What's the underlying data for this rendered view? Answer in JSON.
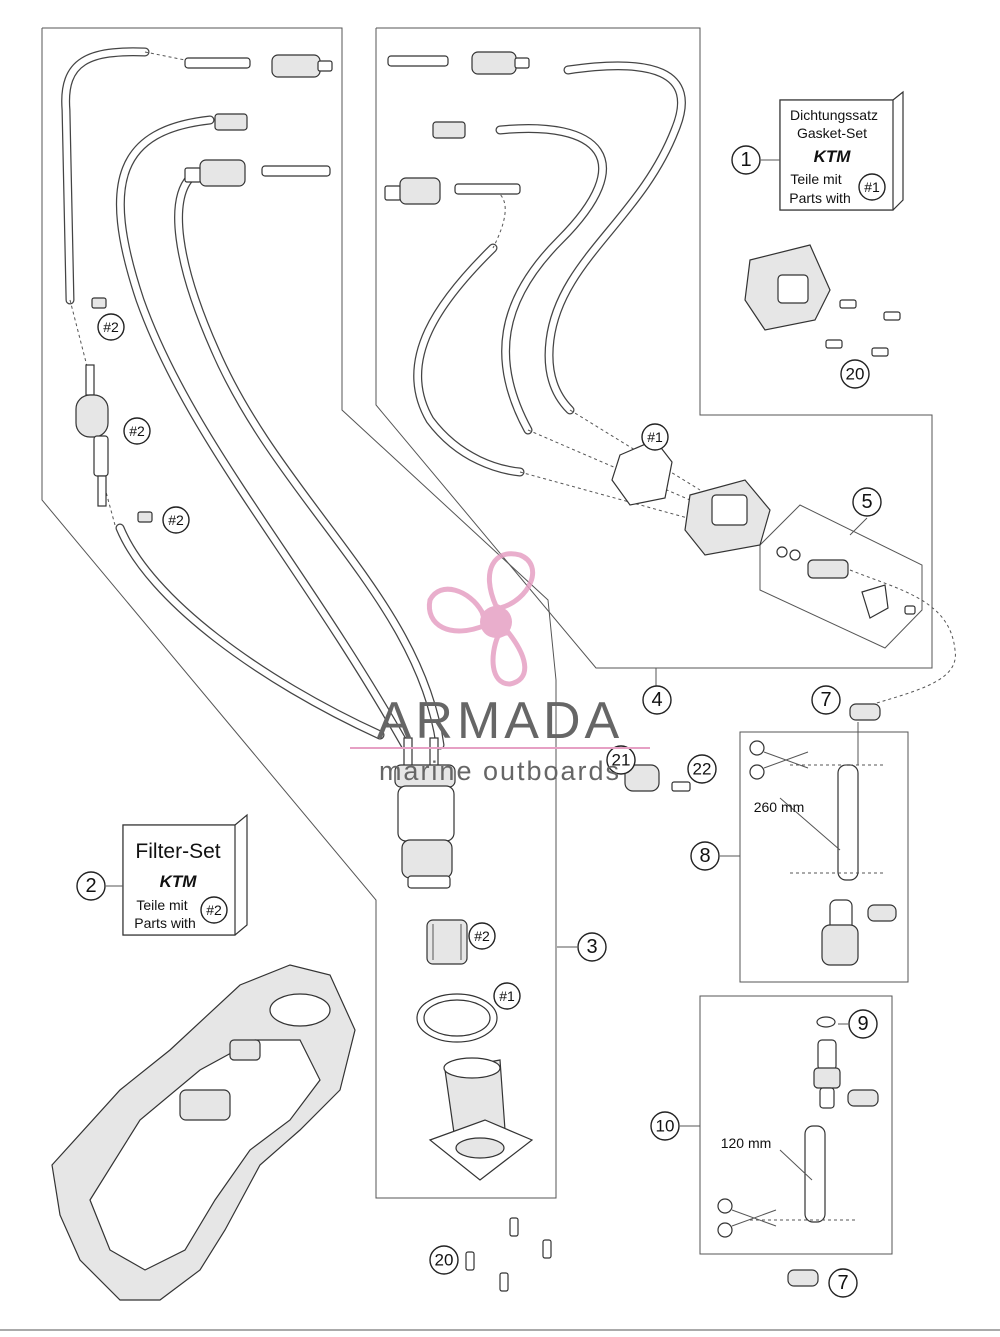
{
  "callouts": [
    {
      "id": "c1",
      "label": "1"
    },
    {
      "id": "c2",
      "label": "2"
    },
    {
      "id": "c3",
      "label": "3"
    },
    {
      "id": "c4",
      "label": "4"
    },
    {
      "id": "c5",
      "label": "5"
    },
    {
      "id": "c7a",
      "label": "7"
    },
    {
      "id": "c7b",
      "label": "7"
    },
    {
      "id": "c8",
      "label": "8"
    },
    {
      "id": "c9",
      "label": "9"
    },
    {
      "id": "c10",
      "label": "10"
    },
    {
      "id": "c20a",
      "label": "20"
    },
    {
      "id": "c20b",
      "label": "20"
    },
    {
      "id": "c21",
      "label": "21"
    },
    {
      "id": "c22",
      "label": "22"
    }
  ],
  "ref_marks": {
    "gasket": "#1",
    "filter": "#2"
  },
  "gasket_box": {
    "line1": "Dichtungssatz",
    "line2": "Gasket-Set",
    "brand": "KTM",
    "line3": "Teile mit",
    "line4": "Parts with",
    "mark": "#1"
  },
  "filter_box": {
    "line1": "Filter-Set",
    "brand": "KTM",
    "line2": "Teile mit",
    "line3": "Parts with",
    "mark": "#2"
  },
  "dimensions": {
    "hose8": "260 mm",
    "hose10": "120 mm"
  },
  "watermark": {
    "name": "ARMADA",
    "tagline": "marine outboards",
    "color": "#e6a0c4"
  }
}
